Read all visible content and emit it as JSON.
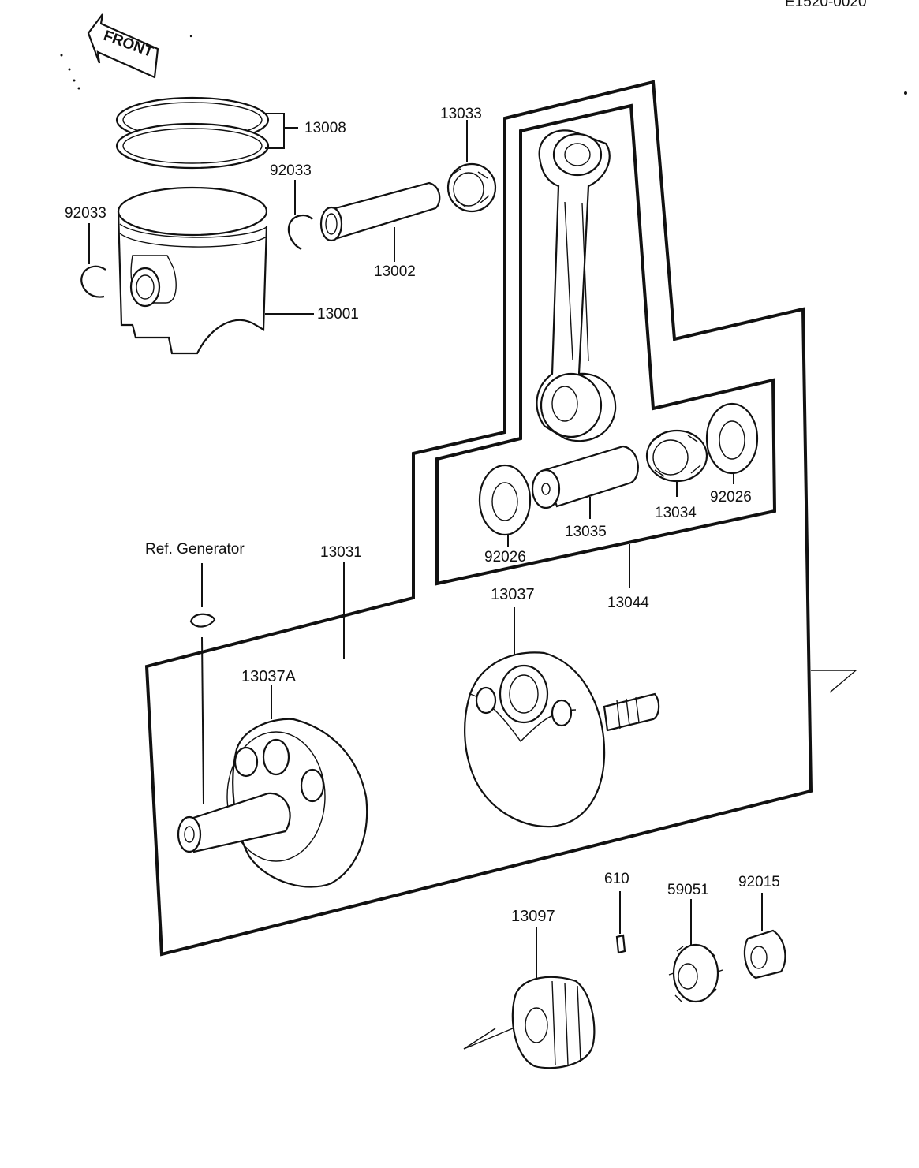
{
  "header_code": "E1520-0020",
  "front_arrow": {
    "label": "FRONT"
  },
  "callouts": {
    "piston_rings": "13008",
    "piston_pin_clip_right": "92033",
    "piston_pin_clip_left": "92033",
    "piston": "13001",
    "piston_pin": "13002",
    "small_end_bearing": "13033",
    "crankpin_washer_left": "92026",
    "crankpin": "13035",
    "big_end_bearing": "13034",
    "crankpin_washer_right": "92026",
    "connecting_rod_assy": "13044",
    "crankshaft_assy": "13031",
    "ref_generator": "Ref. Generator",
    "flywheel_left": "13037A",
    "flywheel_right": "13037",
    "pin": "610",
    "gear_small": "59051",
    "nut": "92015",
    "gear_primary": "13097"
  }
}
